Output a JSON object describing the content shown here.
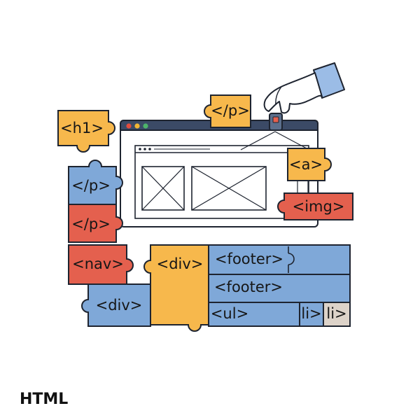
{
  "caption": "HTML",
  "colors": {
    "yellow": "#f7b84c",
    "blue": "#7fa8d8",
    "red": "#e4604e",
    "beige": "#ddd3c9",
    "window_bar": "#3b4a66",
    "outline": "#1e2430",
    "dot_red": "#e24c3e",
    "dot_yellow": "#f1b534",
    "dot_green": "#4db36a"
  },
  "pieces": {
    "h1_tag": "<h1>",
    "p_tag_top": "</p>",
    "a_tag": "<a>",
    "img_tag": "<img>",
    "p_tag_blue": "</p>",
    "p_tag_red": "</p>",
    "nav_tag": "<nav>",
    "div_tag_yellow": "<div>",
    "div_tag_blue": "<div>",
    "footer_tag_1": "<footer>",
    "footer_tag_2": "<footer>",
    "ul_tag": "<ul>",
    "li_tag_1": "li>",
    "li_tag_2": "li>"
  }
}
